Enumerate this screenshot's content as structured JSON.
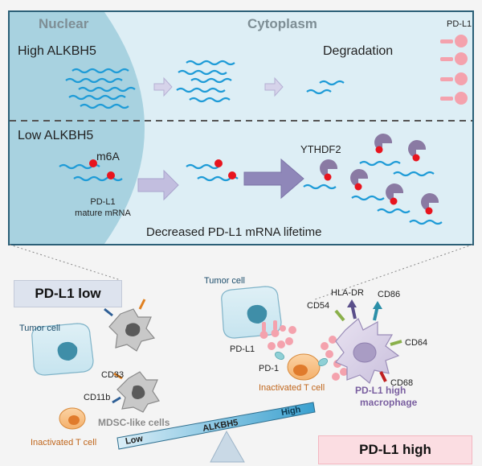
{
  "top_panel": {
    "nuclear_label": "Nuclear",
    "cytoplasm_label": "Cytoplasm",
    "high_label": "High ALKBH5",
    "degradation_label": "Degradation",
    "low_label": "Low ALKBH5",
    "m6a_label": "m6A",
    "ythdf2_label": "YTHDF2",
    "pdl1_mature_line1": "PD-L1",
    "pdl1_mature_line2": "mature mRNA",
    "lifetime_label": "Decreased PD-L1 mRNA lifetime",
    "pdl1_receptor_label": "PD-L1"
  },
  "bottom_panel": {
    "pdl1_low_box": "PD-L1 low",
    "pdl1_high_box": "PD-L1 high",
    "tumor_cell_left": "Tumor cell",
    "tumor_cell_right": "Tumor cell",
    "cd33": "CD33",
    "cd11b": "CD11b",
    "mdsc_label": "MDSC-like cells",
    "inactivated_t_left": "Inactivated T cell",
    "inactivated_t_right": "Inactivated T cell",
    "pdl1_label": "PD-L1",
    "pd1_label": "PD-1",
    "hla_dr": "HLA-DR",
    "cd86": "CD86",
    "cd54": "CD54",
    "cd64": "CD64",
    "cd68": "CD68",
    "macrophage_line1": "PD-L1 high",
    "macrophage_line2": "macrophage",
    "seesaw_low": "Low",
    "seesaw_mid": "ALKBH5",
    "seesaw_high": "High"
  },
  "colors": {
    "mrna": "#1e9bd7",
    "m6a_dot": "#e8141e",
    "arrow": "#c2bedf",
    "ythdf2": "#8a7aa3",
    "pdl1_pink": "#f4a2ad",
    "nucleus": "#a8d2e0",
    "cytoplasm": "#ddeef5",
    "macrophage_text": "#7a5fa0",
    "inactivated_text": "#c0661c"
  }
}
